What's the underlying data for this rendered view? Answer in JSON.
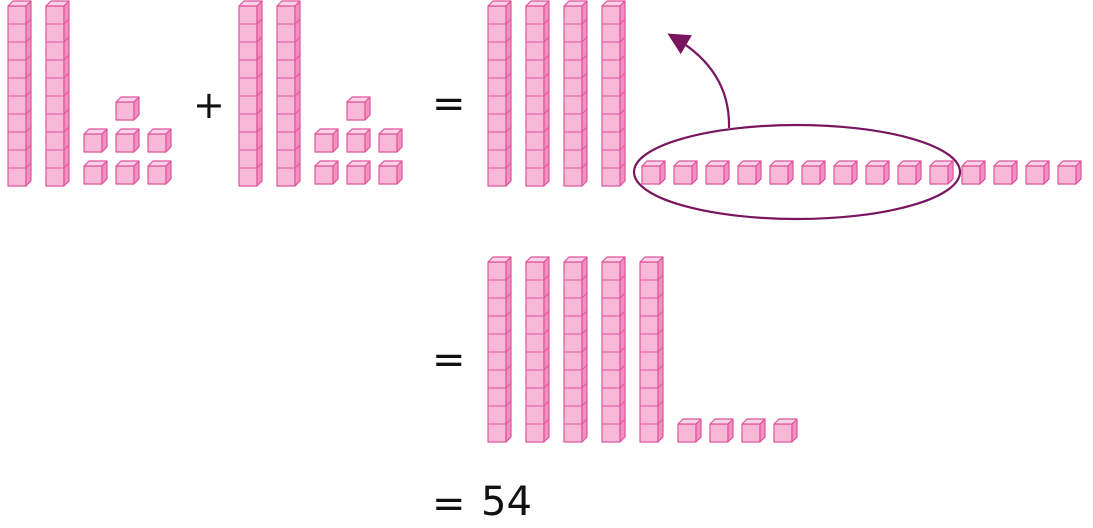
{
  "symbols": {
    "plus": "+",
    "equals_1": "=",
    "equals_2": "=",
    "equals_3": "=",
    "result": "54"
  },
  "colors": {
    "block_face": "#F8B8D8",
    "block_side": "#F090C0",
    "block_top": "#FBD3E7",
    "block_stroke": "#E0549C",
    "loop": "#7A1560"
  },
  "groups": [
    {
      "name": "addend-1",
      "tens": 2,
      "ones": 7
    },
    {
      "name": "addend-2",
      "tens": 2,
      "ones": 7
    },
    {
      "name": "combined",
      "tens": 4,
      "ones": 14
    },
    {
      "name": "regrouped",
      "tens": 5,
      "ones": 4
    }
  ],
  "annotation": {
    "circled_ones": 10,
    "circled_ones_become": "1 ten"
  }
}
